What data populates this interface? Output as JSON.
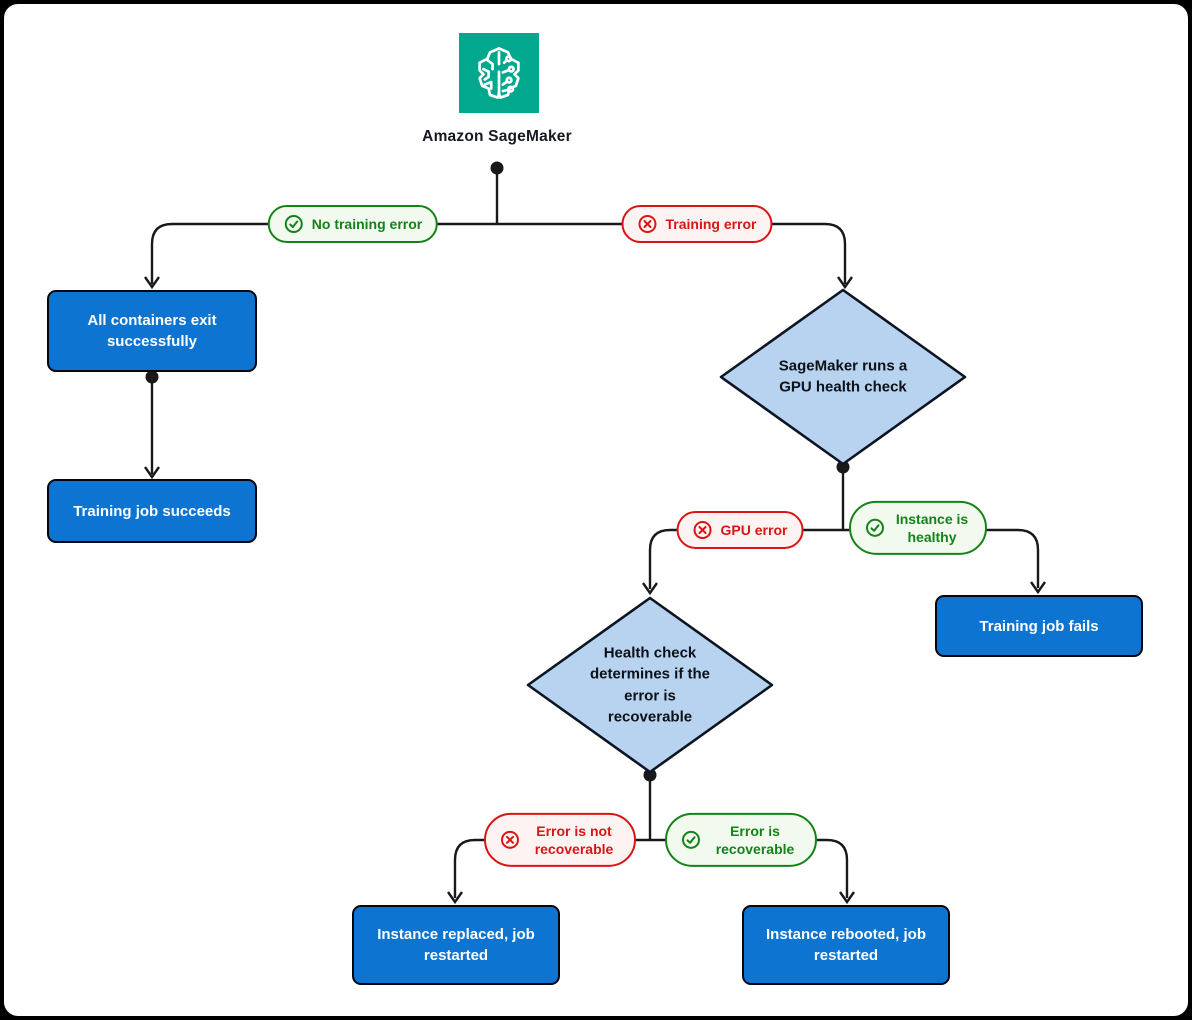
{
  "root": {
    "title": "Amazon SageMaker",
    "icon": "sagemaker-brain-icon"
  },
  "nodes": {
    "all_containers_exit": {
      "label": "All containers exit successfully",
      "type": "process"
    },
    "job_succeeds": {
      "label": "Training job succeeds",
      "type": "process"
    },
    "gpu_health_check": {
      "label": "SageMaker runs a GPU health check",
      "type": "decision"
    },
    "job_fails": {
      "label": "Training job fails",
      "type": "process"
    },
    "recoverable_check": {
      "label": "Health check determines if the error is recoverable",
      "type": "decision"
    },
    "instance_replaced": {
      "label": "Instance replaced, job restarted",
      "type": "process"
    },
    "instance_rebooted": {
      "label": "Instance rebooted, job restarted",
      "type": "process"
    }
  },
  "edge_labels": {
    "no_training_error": {
      "text": "No training error",
      "status": "success",
      "icon": "check-circle-icon"
    },
    "training_error": {
      "text": "Training error",
      "status": "error",
      "icon": "x-circle-icon"
    },
    "gpu_error": {
      "text": "GPU error",
      "status": "error",
      "icon": "x-circle-icon"
    },
    "instance_healthy": {
      "text": "Instance is healthy",
      "status": "success",
      "icon": "check-circle-icon"
    },
    "error_not_recoverable": {
      "text": "Error is not recoverable",
      "status": "error",
      "icon": "x-circle-icon"
    },
    "error_recoverable": {
      "text": "Error is recoverable",
      "status": "success",
      "icon": "check-circle-icon"
    }
  },
  "colors": {
    "brand_teal": "#01a88d",
    "process_blue": "#0d74d1",
    "decision_blue": "#b7d3f0",
    "success_green": "#148317",
    "success_bg": "#f2faf0",
    "error_red": "#d91515",
    "error_bg": "#fdf3f2",
    "connector_black": "#191919"
  }
}
